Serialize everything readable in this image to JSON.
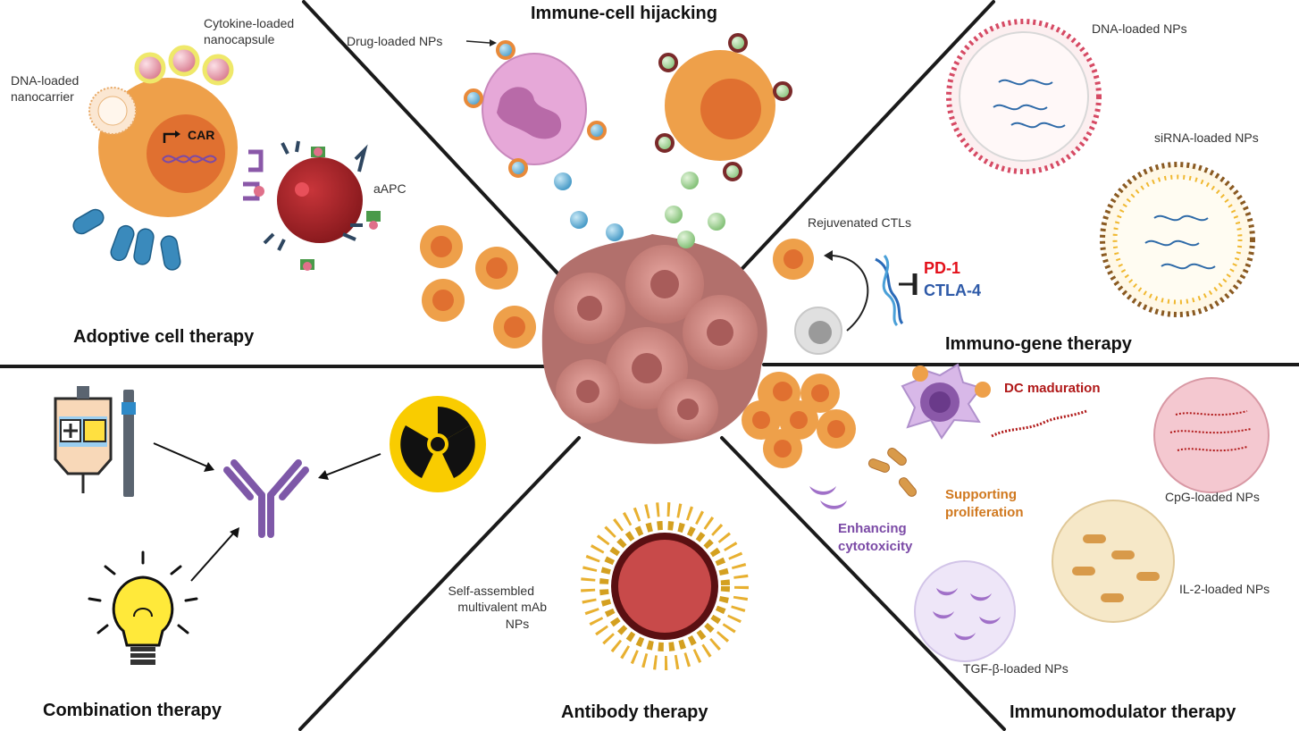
{
  "sections": {
    "adoptive": {
      "title": "Adoptive cell therapy",
      "labels": {
        "cytokine_line1": "Cytokine-loaded",
        "cytokine_line2": "nanocapsule",
        "dna_line1": "DNA-loaded",
        "dna_line2": "nanocarrier",
        "car": "CAR",
        "aapc": "aAPC"
      }
    },
    "hijacking": {
      "title": "Immune-cell hijacking",
      "labels": {
        "drug_nps": "Drug-loaded NPs"
      }
    },
    "immuno_gene": {
      "title": "Immuno-gene therapy",
      "labels": {
        "dna_nps": "DNA-loaded NPs",
        "sirna_nps": "siRNA-loaded NPs",
        "rejuvenated": "Rejuvenated CTLs",
        "pd1": "PD-1",
        "ctla4": "CTLA-4"
      }
    },
    "combination": {
      "title": "Combination therapy"
    },
    "antibody": {
      "title": "Antibody therapy",
      "labels": {
        "line1": "Self-assembled",
        "line2": "multivalent mAb",
        "line3": "NPs"
      }
    },
    "immunomodulator": {
      "title": "Immunomodulator therapy",
      "labels": {
        "dc": "DC maduration",
        "support1": "Supporting",
        "support2": "proliferation",
        "enhance1": "Enhancing",
        "enhance2": "cytotoxicity",
        "cpg": "CpG-loaded NPs",
        "il2": "IL-2-loaded NPs",
        "tgf": "TGF-β-loaded NPs"
      }
    }
  },
  "colors": {
    "tcell_orange": "#EEA04A",
    "tcell_core": "#E07030",
    "neutrophil_pink": "#E6A8D8",
    "nucleus_purple": "#B86AA8",
    "aapc_red": "#A8262A",
    "tumor_pink": "#D48A86",
    "pd1_red": "#E3101A",
    "ctla4_blue": "#2E5AA8",
    "dc_red": "#B01818",
    "support_orange": "#D0781E",
    "enhance_purple": "#7B4AA6",
    "antibody_purple": "#7E58A8",
    "radiation_yellow": "#F9CC00",
    "divider": "#1A1A1A"
  },
  "icons": [
    "iv-bag-icon",
    "radiation-icon",
    "lightbulb-icon",
    "antibody-icon",
    "dna-helix-icon",
    "tumor-icon"
  ]
}
